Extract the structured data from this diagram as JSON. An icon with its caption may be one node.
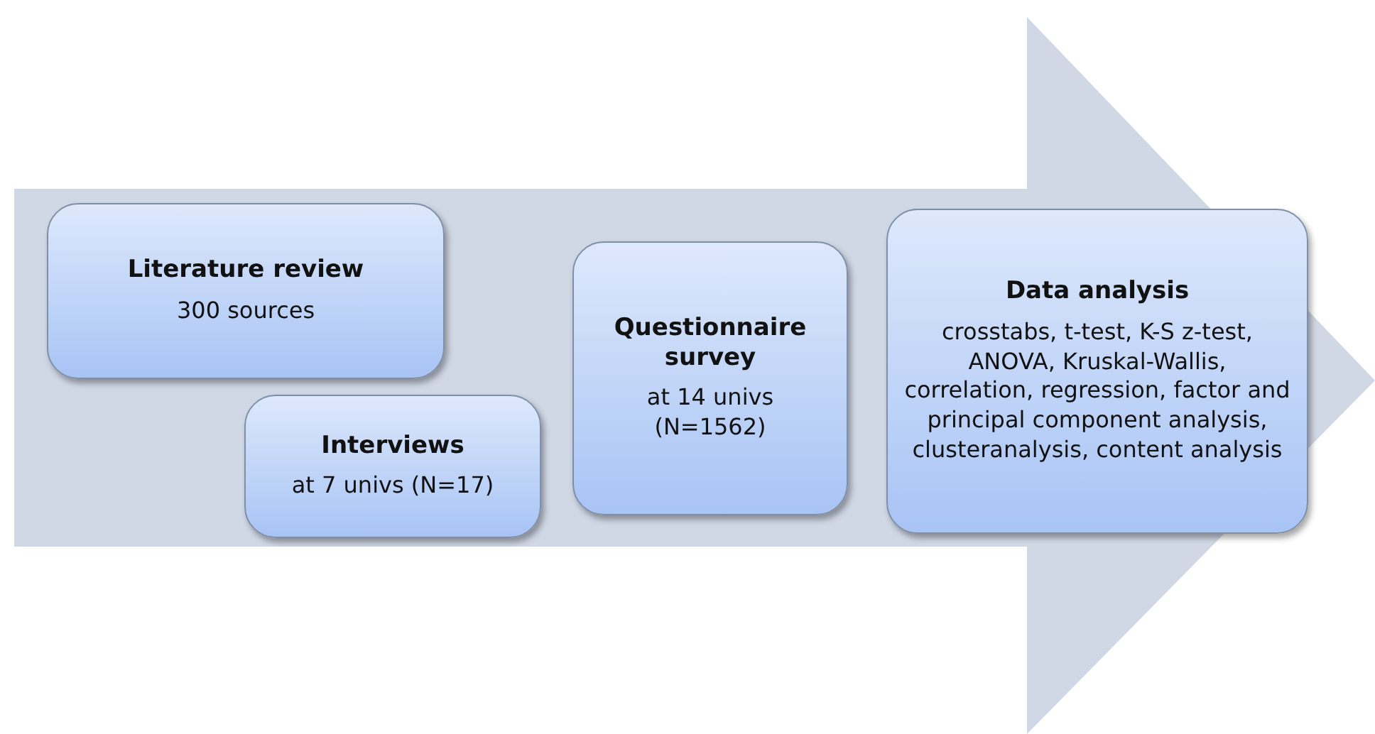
{
  "diagram": {
    "nodes": [
      {
        "text": [
          "Literature review",
          "300 sources"
        ]
      },
      {
        "text": [
          "Interviews",
          "at 7 univs (N=17)"
        ]
      },
      {
        "text": [
          "Questionnaire survey",
          "at 14 univs (N=1562)"
        ]
      },
      {
        "text": [
          "Data analysis",
          "crosstabs, t-test, K-S z-test, ANOVA, Kruskal-Wallis, correlation, regression, factor and principal component analysis, clusteranalysis, content analysis"
        ]
      }
    ],
    "edges": []
  }
}
